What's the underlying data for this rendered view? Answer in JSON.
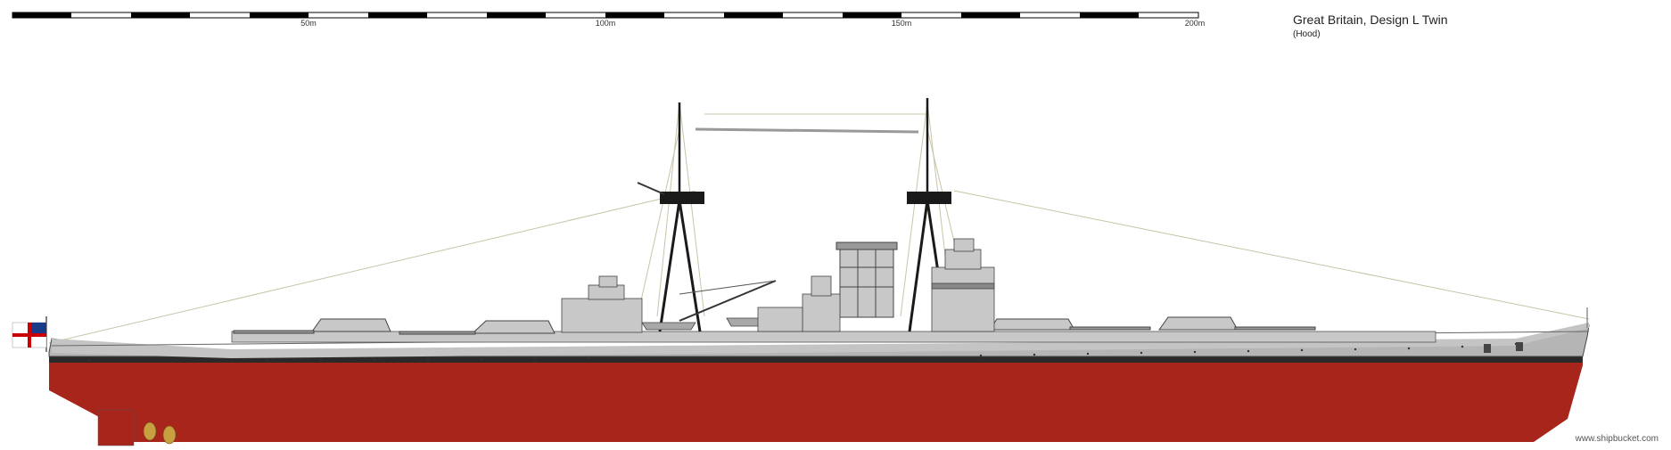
{
  "header": {
    "title": "Great Britain, Design L Twin",
    "subtitle": "(Hood)"
  },
  "scale": {
    "labels": [
      "50m",
      "100m",
      "150m",
      "200m"
    ]
  },
  "credit": "www.shipbucket.com",
  "colors": {
    "hull_grey": "#b5b5b5",
    "deck_grey": "#c8c8c8",
    "antifouling_red": "#a8251c",
    "boot_topping": "#2a2a2a",
    "mast_black": "#1a1a1a",
    "rigging": "#b8b8a0",
    "flag_red": "#cc0000"
  }
}
